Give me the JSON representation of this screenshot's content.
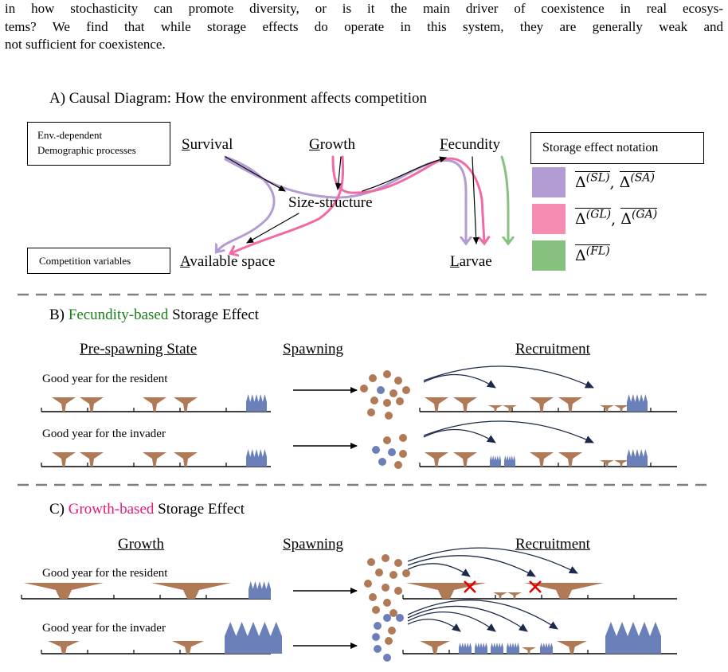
{
  "paragraph": {
    "line1": "in how stochasticity can promote diversity, or is it the main driver of coexistence in real ecosys-",
    "line2": "tems? We find that while storage effects do operate in this system, they are generally weak and",
    "line3": "not sufficient for coexistence."
  },
  "panel_a": {
    "title": "A) Causal Diagram: How the environment affects competition",
    "env_box": [
      "Env.-dependent",
      "Demographic processes"
    ],
    "comp_box": "Competition variables",
    "nodes": {
      "survival": {
        "first": "S",
        "rest": "urvival"
      },
      "growth": {
        "first": "G",
        "rest": "rowth"
      },
      "fecundity": {
        "first": "F",
        "rest": "ecundity"
      },
      "size_structure": "Size-structure",
      "available_space": {
        "first": "A",
        "rest": "vailable space"
      },
      "larvae": {
        "first": "L",
        "rest": "arvae"
      }
    },
    "legend": {
      "title": "Storage effect notation",
      "rows": [
        {
          "color": "#b39bd3",
          "a": "Δ",
          "a_sup": "(SL)",
          "b": "Δ",
          "b_sup": "(SA)",
          "sep": ","
        },
        {
          "color": "#f58ab3",
          "a": "Δ",
          "a_sup": "(GL)",
          "b": "Δ",
          "b_sup": "(GA)",
          "sep": ","
        },
        {
          "color": "#87c180",
          "a": "Δ",
          "a_sup": "(FL)",
          "b": "",
          "b_sup": "",
          "sep": ""
        }
      ]
    }
  },
  "panel_b": {
    "title_colored": "Fecundity-based",
    "title_prefix": "B) ",
    "title_suffix": " Storage Effect",
    "title_color": "#1a7f1a",
    "col_headers": [
      "Pre-spawning State",
      "Spawning",
      "Recruitment"
    ],
    "rows": [
      "Good year for the resident",
      "Good year for the invader"
    ]
  },
  "panel_c": {
    "title_prefix": "C) ",
    "title_colored": "Growth-based",
    "title_suffix": " Storage Effect",
    "title_color": "#e6197a",
    "col_headers": [
      "Growth",
      "Spawning",
      "Recruitment"
    ],
    "rows": [
      "Good year for the resident",
      "Good year for the invader"
    ]
  },
  "colors": {
    "brown": "#b07a57",
    "blue": "#6b7fb8",
    "dark_arrow": "#1b2a4a",
    "red_x": "#e00000",
    "dash": "#808080"
  }
}
